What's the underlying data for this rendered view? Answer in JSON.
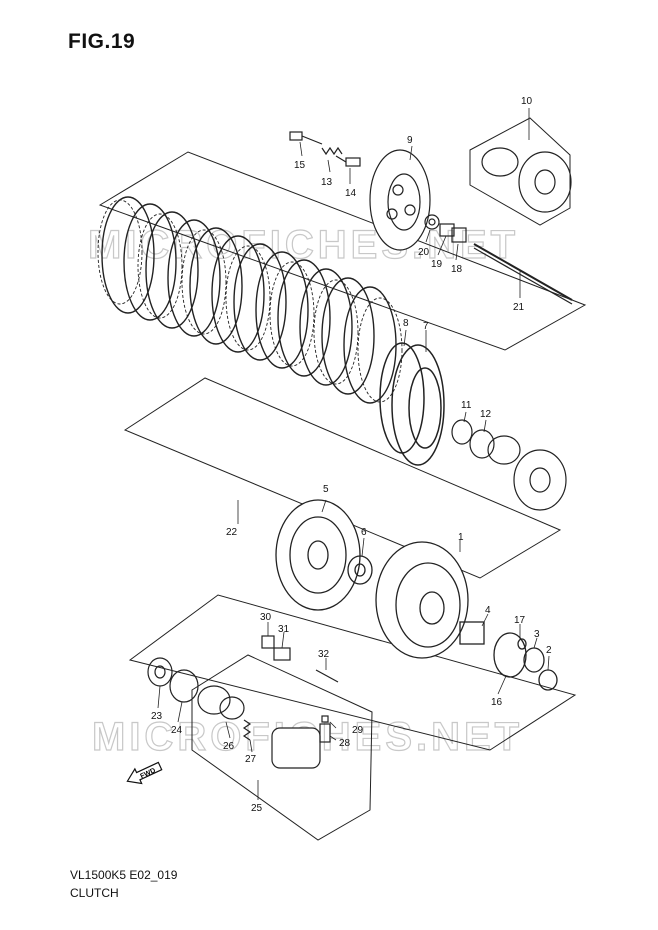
{
  "figure": {
    "title": "FIG.19"
  },
  "footer": {
    "code": "VL1500K5 E02_019",
    "caption": "CLUTCH"
  },
  "watermark": "MICROFICHES.NET",
  "fwd_label": "FWD",
  "callouts": [
    "1",
    "2",
    "3",
    "4",
    "5",
    "6",
    "7",
    "8",
    "9",
    "10",
    "11",
    "12",
    "13",
    "14",
    "15",
    "16",
    "17",
    "18",
    "19",
    "20",
    "21",
    "22",
    "23",
    "24",
    "25",
    "26",
    "27",
    "28",
    "29",
    "30",
    "31",
    "32"
  ]
}
